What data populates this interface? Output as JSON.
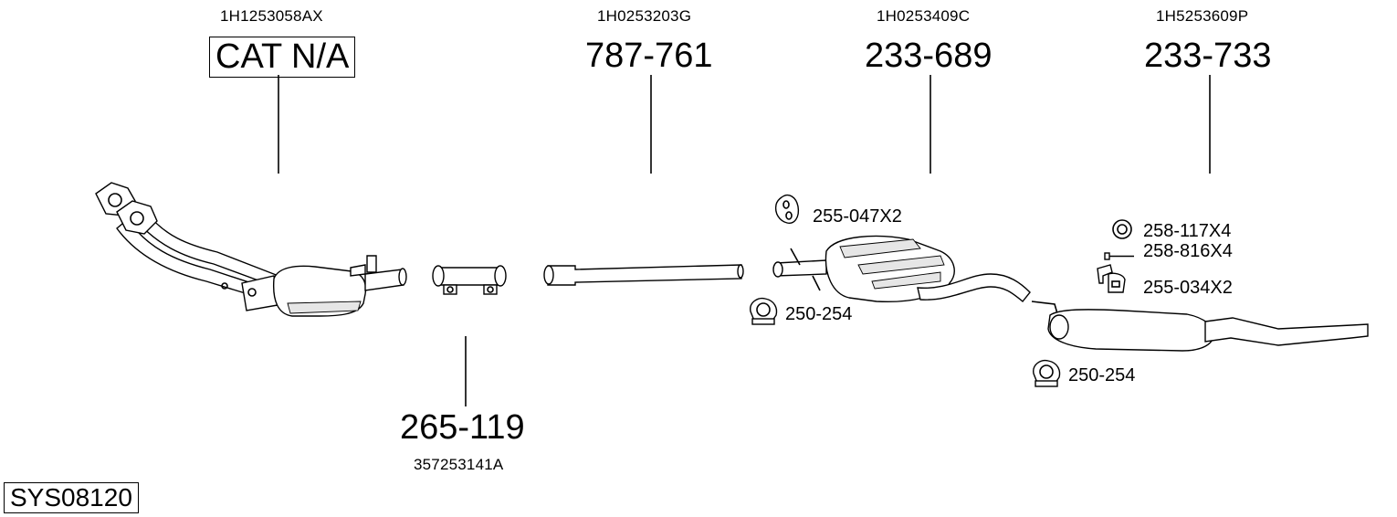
{
  "system_code": "SYS08120",
  "parts": [
    {
      "oem": "1H1253058AX",
      "number": "CAT N/A"
    },
    {
      "oem": "1H0253203G",
      "number": "787-761"
    },
    {
      "oem": "1H0253409C",
      "number": "233-689"
    },
    {
      "oem": "1H5253609P",
      "number": "233-733"
    },
    {
      "oem": "357253141A",
      "number": "265-119"
    }
  ],
  "accessories": [
    {
      "label": "255-047X2",
      "icon": "rubber-hanger-icon"
    },
    {
      "label": "250-254",
      "icon": "pipe-clamp-icon"
    },
    {
      "label": "258-117X4",
      "icon": "ring-gasket-icon"
    },
    {
      "label": "258-816X4",
      "icon": "bolt-icon"
    },
    {
      "label": "255-034X2",
      "icon": "mounting-bracket-icon"
    },
    {
      "label": "250-254",
      "icon": "pipe-clamp-icon"
    }
  ]
}
